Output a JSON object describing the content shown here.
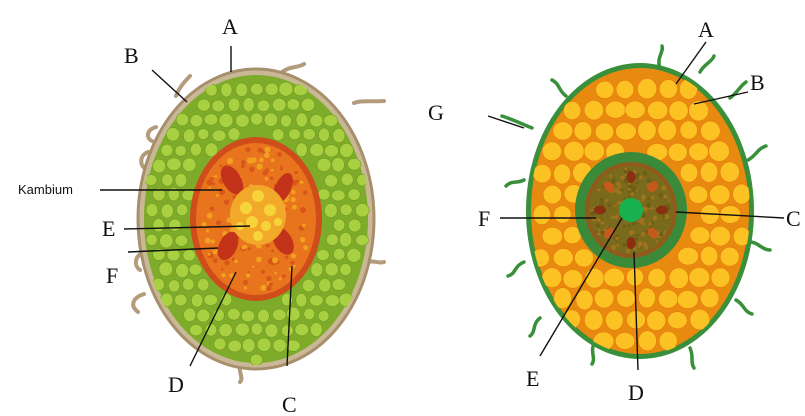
{
  "diagram": {
    "left": {
      "labels": {
        "A": "A",
        "B": "B",
        "kambium": "Kambium",
        "E": "E",
        "F": "F",
        "D": "D",
        "C": "C"
      }
    },
    "right": {
      "labels": {
        "A": "A",
        "B": "B",
        "G": "G",
        "F": "F",
        "C": "C",
        "E": "E",
        "D": "D"
      }
    }
  },
  "colors": {
    "left_cortex": "#8dbb2e",
    "left_cell": "#a8d040",
    "left_outline": "#b39b7c",
    "left_stele_outer": "#e0581b",
    "left_stele_inner": "#f1a020",
    "left_center": "#f5d02a",
    "right_cortex": "#f39c12",
    "right_cell": "#fcc224",
    "right_outline": "#3a8f3a",
    "right_stele": "#3f8c3c",
    "right_pericycle": "#9a5a1a",
    "right_center": "#19b552"
  }
}
